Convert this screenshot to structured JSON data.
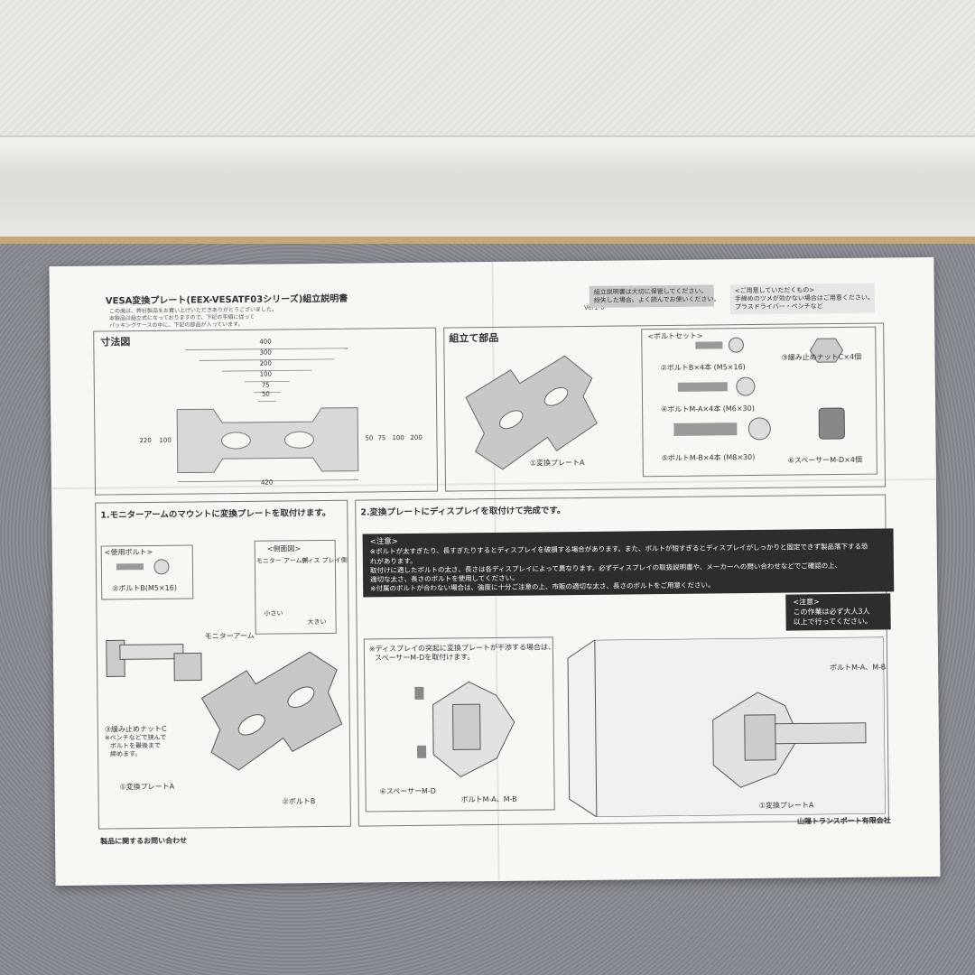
{
  "sheet": {
    "title": "VESA変換プレート(EEX-VESATF03シリーズ)組立説明書",
    "version": "Ver1.0",
    "intro_lines": [
      "この度は、弊社製品をお買い上げいただきありがとうございました。",
      "本製品は組立式になっておりますので、下記の手順に従って",
      "パッキングケースの中に、下記の部品が入っています。"
    ],
    "notice_important": [
      "組立説明書は大切に保管してください。",
      "紛失した場合、よく読んでお使いください。"
    ],
    "notice_tools": [
      "<ご用意していただくもの>",
      "手締めのツメが効かない場合はご用意ください。",
      "プラスドライバー・ペンチなど"
    ]
  },
  "dimensions": {
    "title": "寸法図",
    "top_widths": [
      "400",
      "300",
      "200",
      "100",
      "75",
      "50"
    ],
    "left_heights": [
      "220",
      "100"
    ],
    "right_heights": [
      "50",
      "75",
      "100",
      "200"
    ],
    "bottom_width": "420"
  },
  "parts": {
    "title": "組立て部品",
    "plate_label": "①変換プレートA",
    "bolt_set_title": "<ボルトセット>",
    "items": [
      "②ボルトB×4本 (M5×16)",
      "④ボルトM-A×4本 (M6×30)",
      "⑤ボルトM-B×4本 (M8×30)",
      "③緩み止めナットC×4個",
      "⑥スペーサーM-D×4個"
    ]
  },
  "step1": {
    "title": "1.モニターアームのマウントに変換プレートを取付けます。",
    "bolt_title": "<使用ボルト>",
    "bolt_label": "②ボルトB(M5×16)",
    "side_view_title": "<側面図>",
    "monitor_arm_side": "モニター アーム側",
    "display_side": "ディス プレイ側",
    "small": "小さい",
    "large": "大きい",
    "arm_label": "モニターアーム",
    "nut_label": "③緩み止めナットC",
    "nut_note": [
      "※ペンチなどで挟んで",
      "ボルトを最後まで",
      "締めます。"
    ],
    "plate_label": "①変換プレートA",
    "bolt_b_label": "②ボルトB"
  },
  "step2": {
    "title": "2.変換プレートにディスプレイを取付けて完成です。",
    "caution_title": "<注意>",
    "caution_lines": [
      "※ボルトが太すぎたり、長すぎたりするとディスプレイを破損する場合があります。また、ボルトが短すぎるとディスプレイがしっかりと固定できず製品落下する恐",
      "れがあります。",
      "取付けに適したボルトの太さ、長さは各ディスプレイによって異なります。必ずディスプレイの取扱説明書や、メーカーへの問い合わせなどでご確認の上、",
      "適切な太さ、長さのボルトを使用してください。",
      "※付属のボルトが合わない場合は、強度に十分ご注意の上、市販の適切な太さ、長さのボルトをご用意ください。"
    ],
    "caution2_title": "<注意>",
    "caution2_lines": [
      "この作業は必ず大人3人",
      "以上で行ってください。"
    ],
    "spacer_note": [
      "※ディスプレイの突起に変換プレートが干渉する場合は、",
      "スペーサーM-Dを取付けます。"
    ],
    "spacer_label": "⑥スペーサーM-D",
    "bolts_label": "ボルトM-A、M-B",
    "bolts_label_right": "ボルトM-A、M-B",
    "plate_label": "①変換プレートA"
  },
  "footer": {
    "inquiry_title": "製品に関するお問い合わせ",
    "company": "山陽トランスポート有限会社"
  },
  "colors": {
    "paper": "#f7f7f4",
    "notice_bg": "#2d2d2d",
    "carpet": "#8a8d93"
  }
}
